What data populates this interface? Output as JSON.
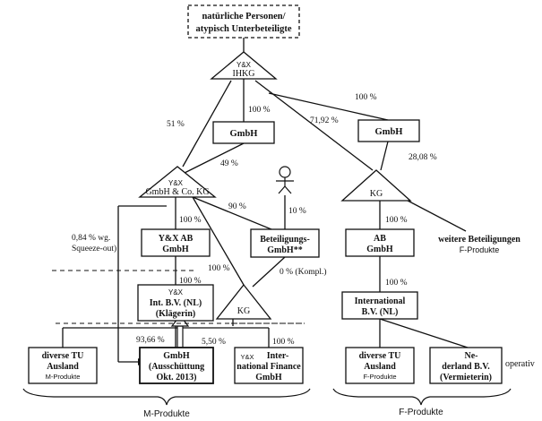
{
  "nodes": {
    "top_owner": [
      "natürliche Personen/",
      "atypisch Unterbeteiligte"
    ],
    "ihkg": {
      "prefix": "Y&X",
      "label": "IHKG"
    },
    "gmbh_left": "GmbH",
    "gmbh_right": "GmbH",
    "gmbh_co_kg": {
      "prefix": "Y&X",
      "label": "GmbH & Co. KG"
    },
    "kg_right": "KG",
    "yx_ab": [
      "Y&X AB",
      "GmbH"
    ],
    "beteiligungs": [
      "Beteiligungs-",
      "GmbH**"
    ],
    "ab_right": [
      "AB",
      "GmbH"
    ],
    "weitere": [
      "weitere Beteiligungen",
      "F-Produkte"
    ],
    "int_bv_nl": {
      "prefix": "Y&X",
      "lines": [
        "Int. B.V. (NL)",
        "(Klägerin)"
      ]
    },
    "kg_mid": "KG",
    "international_bv": [
      "International",
      "B.V. (NL)"
    ],
    "diverse_tu_left": {
      "lines": [
        "diverse TU",
        "Ausland"
      ],
      "sub": "M-Produkte"
    },
    "gmbh_bottom": [
      "GmbH",
      "(Ausschüttung",
      "Okt. 2013)"
    ],
    "international_finance": {
      "prefix": "Y&X",
      "lines": [
        "Inter-",
        "national Finance",
        "GmbH"
      ]
    },
    "diverse_tu_right": {
      "lines": [
        "diverse TU",
        "Ausland"
      ],
      "sub": "F-Produkte"
    },
    "nederland": [
      "Ne-",
      "derland B.V.",
      "(Vermieterin)"
    ]
  },
  "edge_labels": {
    "ihkg_gmbh_left": "100 %",
    "ihkg_gmbh_right": "100 %",
    "ihkg_kg_right": "71,92 %",
    "ihkg_gmbhcokg": "51 %",
    "gmbh_left_gmbhcokg": "49 %",
    "gmbh_right_kg_right": "28,08 %",
    "squeeze_out": [
      "0,84 % wg.",
      "Squeeze-out)"
    ],
    "gmbhcokg_yxab": "100 %",
    "gmbhcokg_beteiligungs": "90 %",
    "person_beteiligungs": "10 %",
    "beteiligungs_kgmid": "0 % (Kompl.)",
    "gmbhcokg_kgmid": "100 %",
    "yxab_intbv": "100 %",
    "kg_ab": "100 %",
    "ab_intl": "100 %",
    "gmbh_bottom_share": "93,66 %",
    "kgmid_gmbh_bottom": "5,50 %",
    "intbv_finance": "100 %"
  },
  "side_labels": {
    "operativ": "operativ"
  },
  "groups": {
    "left": "M-Produkte",
    "right": "F-Produkte"
  }
}
